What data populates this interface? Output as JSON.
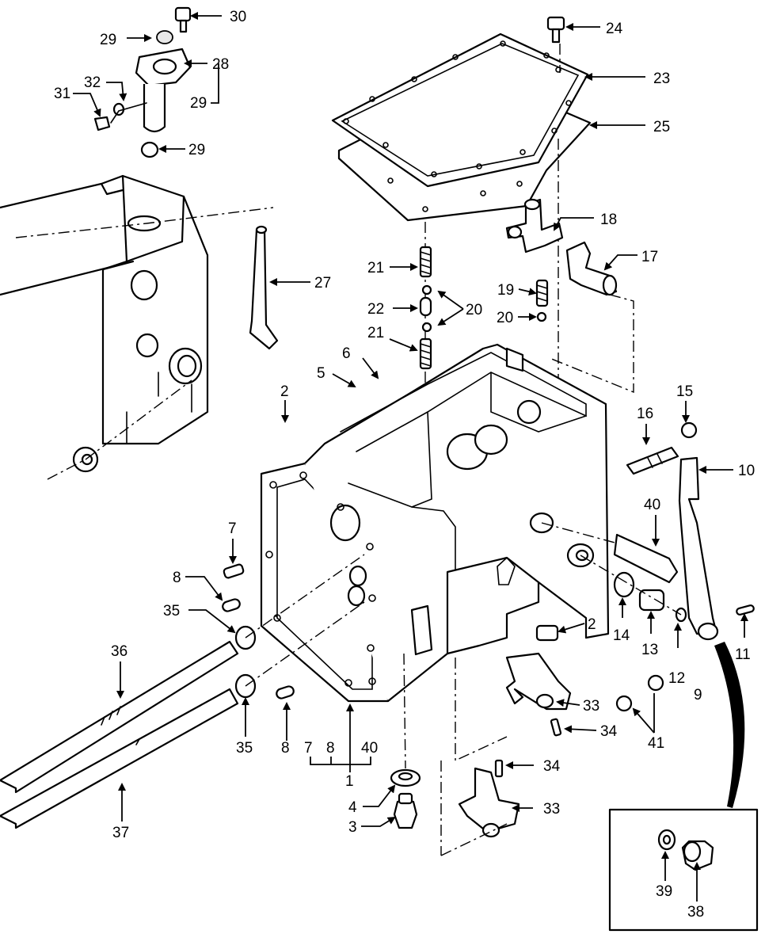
{
  "callouts": [
    {
      "id": "c30",
      "text": "30"
    },
    {
      "id": "c29a",
      "text": "29"
    },
    {
      "id": "c28",
      "text": "28"
    },
    {
      "id": "c32",
      "text": "32"
    },
    {
      "id": "c31",
      "text": "31"
    },
    {
      "id": "c29b",
      "text": "29"
    },
    {
      "id": "c29c",
      "text": "29"
    },
    {
      "id": "c24",
      "text": "24"
    },
    {
      "id": "c23",
      "text": "23"
    },
    {
      "id": "c25",
      "text": "25"
    },
    {
      "id": "c18",
      "text": "18"
    },
    {
      "id": "c17",
      "text": "17"
    },
    {
      "id": "c27",
      "text": "27"
    },
    {
      "id": "c21a",
      "text": "21"
    },
    {
      "id": "c22",
      "text": "22"
    },
    {
      "id": "c20a",
      "text": "20"
    },
    {
      "id": "c21b",
      "text": "21"
    },
    {
      "id": "c19",
      "text": "19"
    },
    {
      "id": "c20b",
      "text": "20"
    },
    {
      "id": "c6",
      "text": "6"
    },
    {
      "id": "c5",
      "text": "5"
    },
    {
      "id": "c2a",
      "text": "2"
    },
    {
      "id": "c15",
      "text": "15"
    },
    {
      "id": "c16",
      "text": "16"
    },
    {
      "id": "c10",
      "text": "10"
    },
    {
      "id": "c40a",
      "text": "40"
    },
    {
      "id": "c7a",
      "text": "7"
    },
    {
      "id": "c8a",
      "text": "8"
    },
    {
      "id": "c35a",
      "text": "35"
    },
    {
      "id": "c2b",
      "text": "2"
    },
    {
      "id": "c14",
      "text": "14"
    },
    {
      "id": "c13",
      "text": "13"
    },
    {
      "id": "c12",
      "text": "12"
    },
    {
      "id": "c11",
      "text": "11"
    },
    {
      "id": "c9",
      "text": "9"
    },
    {
      "id": "c36",
      "text": "36"
    },
    {
      "id": "c35b",
      "text": "35"
    },
    {
      "id": "c8b",
      "text": "8"
    },
    {
      "id": "c33a",
      "text": "33"
    },
    {
      "id": "c34a",
      "text": "34"
    },
    {
      "id": "c41",
      "text": "41"
    },
    {
      "id": "c7b",
      "text": "7"
    },
    {
      "id": "c8c",
      "text": "8"
    },
    {
      "id": "c40b",
      "text": "40"
    },
    {
      "id": "c1",
      "text": "1"
    },
    {
      "id": "c34b",
      "text": "34"
    },
    {
      "id": "c4",
      "text": "4"
    },
    {
      "id": "c33b",
      "text": "33"
    },
    {
      "id": "c3",
      "text": "3"
    },
    {
      "id": "c37",
      "text": "37"
    },
    {
      "id": "c39",
      "text": "39"
    },
    {
      "id": "c38",
      "text": "38"
    }
  ]
}
